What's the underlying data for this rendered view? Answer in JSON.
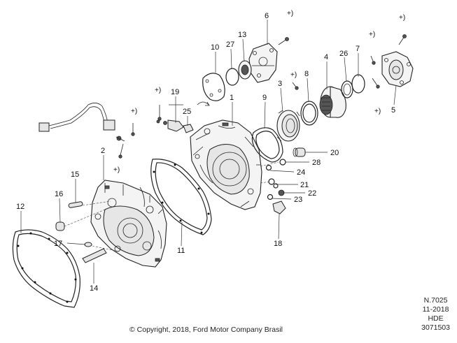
{
  "callouts": {
    "c1": "1",
    "c2": "2",
    "c3": "3",
    "c4": "4",
    "c5": "5",
    "c6": "6",
    "c7": "7",
    "c8": "8",
    "c9": "9",
    "c10": "10",
    "c11": "11",
    "c12": "12",
    "c13": "13",
    "c14": "14",
    "c15": "15",
    "c16": "16",
    "c17": "17",
    "c18": "18",
    "c19": "19",
    "c20": "20",
    "c21": "21",
    "c22": "22",
    "c23": "23",
    "c24": "24",
    "c25": "25",
    "c26": "26",
    "c27": "27",
    "c28": "28"
  },
  "plus_mark": "+)",
  "footer": {
    "copyright": "© Copyright, 2018, Ford Motor Company Brasil"
  },
  "stamp": {
    "line1": "N.7025",
    "line2": "11-2018",
    "line3": "HDE",
    "line4": "3071503"
  }
}
